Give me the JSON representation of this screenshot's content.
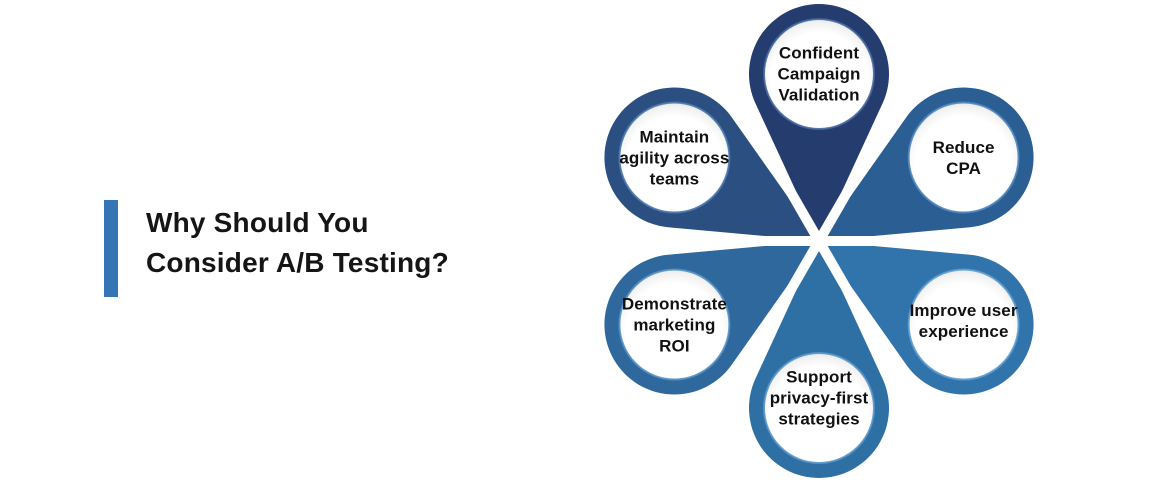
{
  "header": {
    "title": "Why Should You\nConsider A/B Testing?",
    "title_color": "#151515",
    "accent_bar_color": "#3575b5"
  },
  "diagram": {
    "description": "Six-petal flower diagram of A/B testing benefits",
    "background_color": "#ffffff",
    "separator_color": "#ffffff",
    "label_color": "#111111",
    "petals": [
      {
        "position": "top",
        "label": "Confident\nCampaign\nValidation",
        "color": "#253c6e",
        "light": "#45679f"
      },
      {
        "position": "top-right",
        "label": "Reduce\nCPA",
        "color": "#2b5e93",
        "light": "#4f86bd"
      },
      {
        "position": "bottom-right",
        "label": "Improve user\nexperience",
        "color": "#3173ab",
        "light": "#5b9bd0"
      },
      {
        "position": "bottom",
        "label": "Support\nprivacy-first\nstrategies",
        "color": "#2e6fa4",
        "light": "#5694c9"
      },
      {
        "position": "bottom-left",
        "label": "Demonstrate\nmarketing\nROI",
        "color": "#2e689c",
        "light": "#5490c4"
      },
      {
        "position": "top-left",
        "label": "Maintain\nagility across\nteams",
        "color": "#2b4f80",
        "light": "#4a77ad"
      }
    ]
  }
}
